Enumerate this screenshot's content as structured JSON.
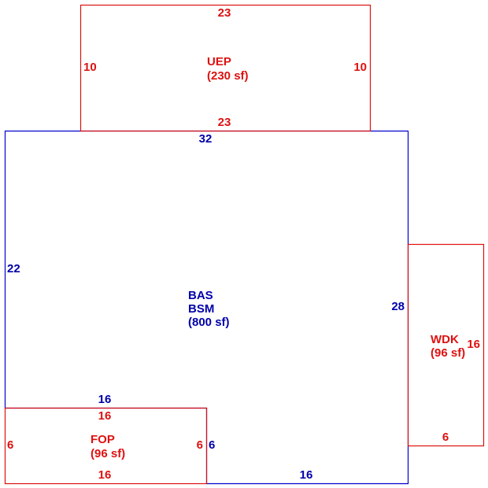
{
  "colors": {
    "main_area": "#0000cc",
    "addition_area": "#dd1111",
    "background": "#ffffff"
  },
  "areas": {
    "bas": {
      "codes": [
        "BAS",
        "BSM"
      ],
      "code_primary": "BAS",
      "code_secondary": "BSM",
      "area_label": "(800 sf)",
      "dims": {
        "top": "32",
        "left": "22",
        "right": "28",
        "bottom": "16",
        "inner_top": "16",
        "inner_right": "6"
      }
    },
    "uep": {
      "code": "UEP",
      "area_label": "(230 sf)",
      "dims": {
        "top": "23",
        "bottom": "23",
        "left": "10",
        "right": "10"
      }
    },
    "wdk": {
      "code": "WDK",
      "area_label": "(96 sf)",
      "dims": {
        "right": "16",
        "bottom": "6"
      }
    },
    "fop": {
      "code": "FOP",
      "area_label": "(96 sf)",
      "dims": {
        "top": "16",
        "bottom": "16",
        "left": "6",
        "right": "6"
      }
    }
  }
}
